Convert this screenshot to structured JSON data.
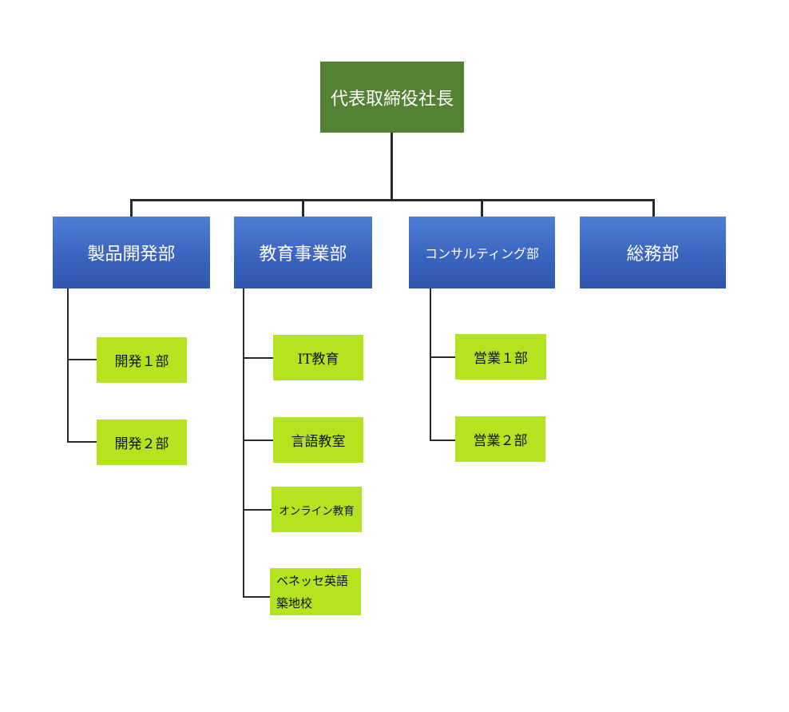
{
  "root": {
    "label": "代表取締役社長"
  },
  "departments": [
    {
      "label": "製品開発部",
      "children": [
        {
          "label": "開発１部"
        },
        {
          "label": "開発２部"
        }
      ]
    },
    {
      "label": "教育事業部",
      "children": [
        {
          "label": "IT教育"
        },
        {
          "label": "言語教室"
        },
        {
          "label": "オンライン教育"
        },
        {
          "label_line1": "ベネッセ英語",
          "label_line2": "築地校"
        }
      ]
    },
    {
      "label": "コンサルティング部",
      "children": [
        {
          "label": "営業１部"
        },
        {
          "label": "営業２部"
        }
      ]
    },
    {
      "label": "総務部",
      "children": []
    }
  ],
  "colors": {
    "root": "#548235",
    "department": "#3b64bf",
    "sub_unit": "#b3e41f",
    "connector": "#2a2a2a"
  }
}
